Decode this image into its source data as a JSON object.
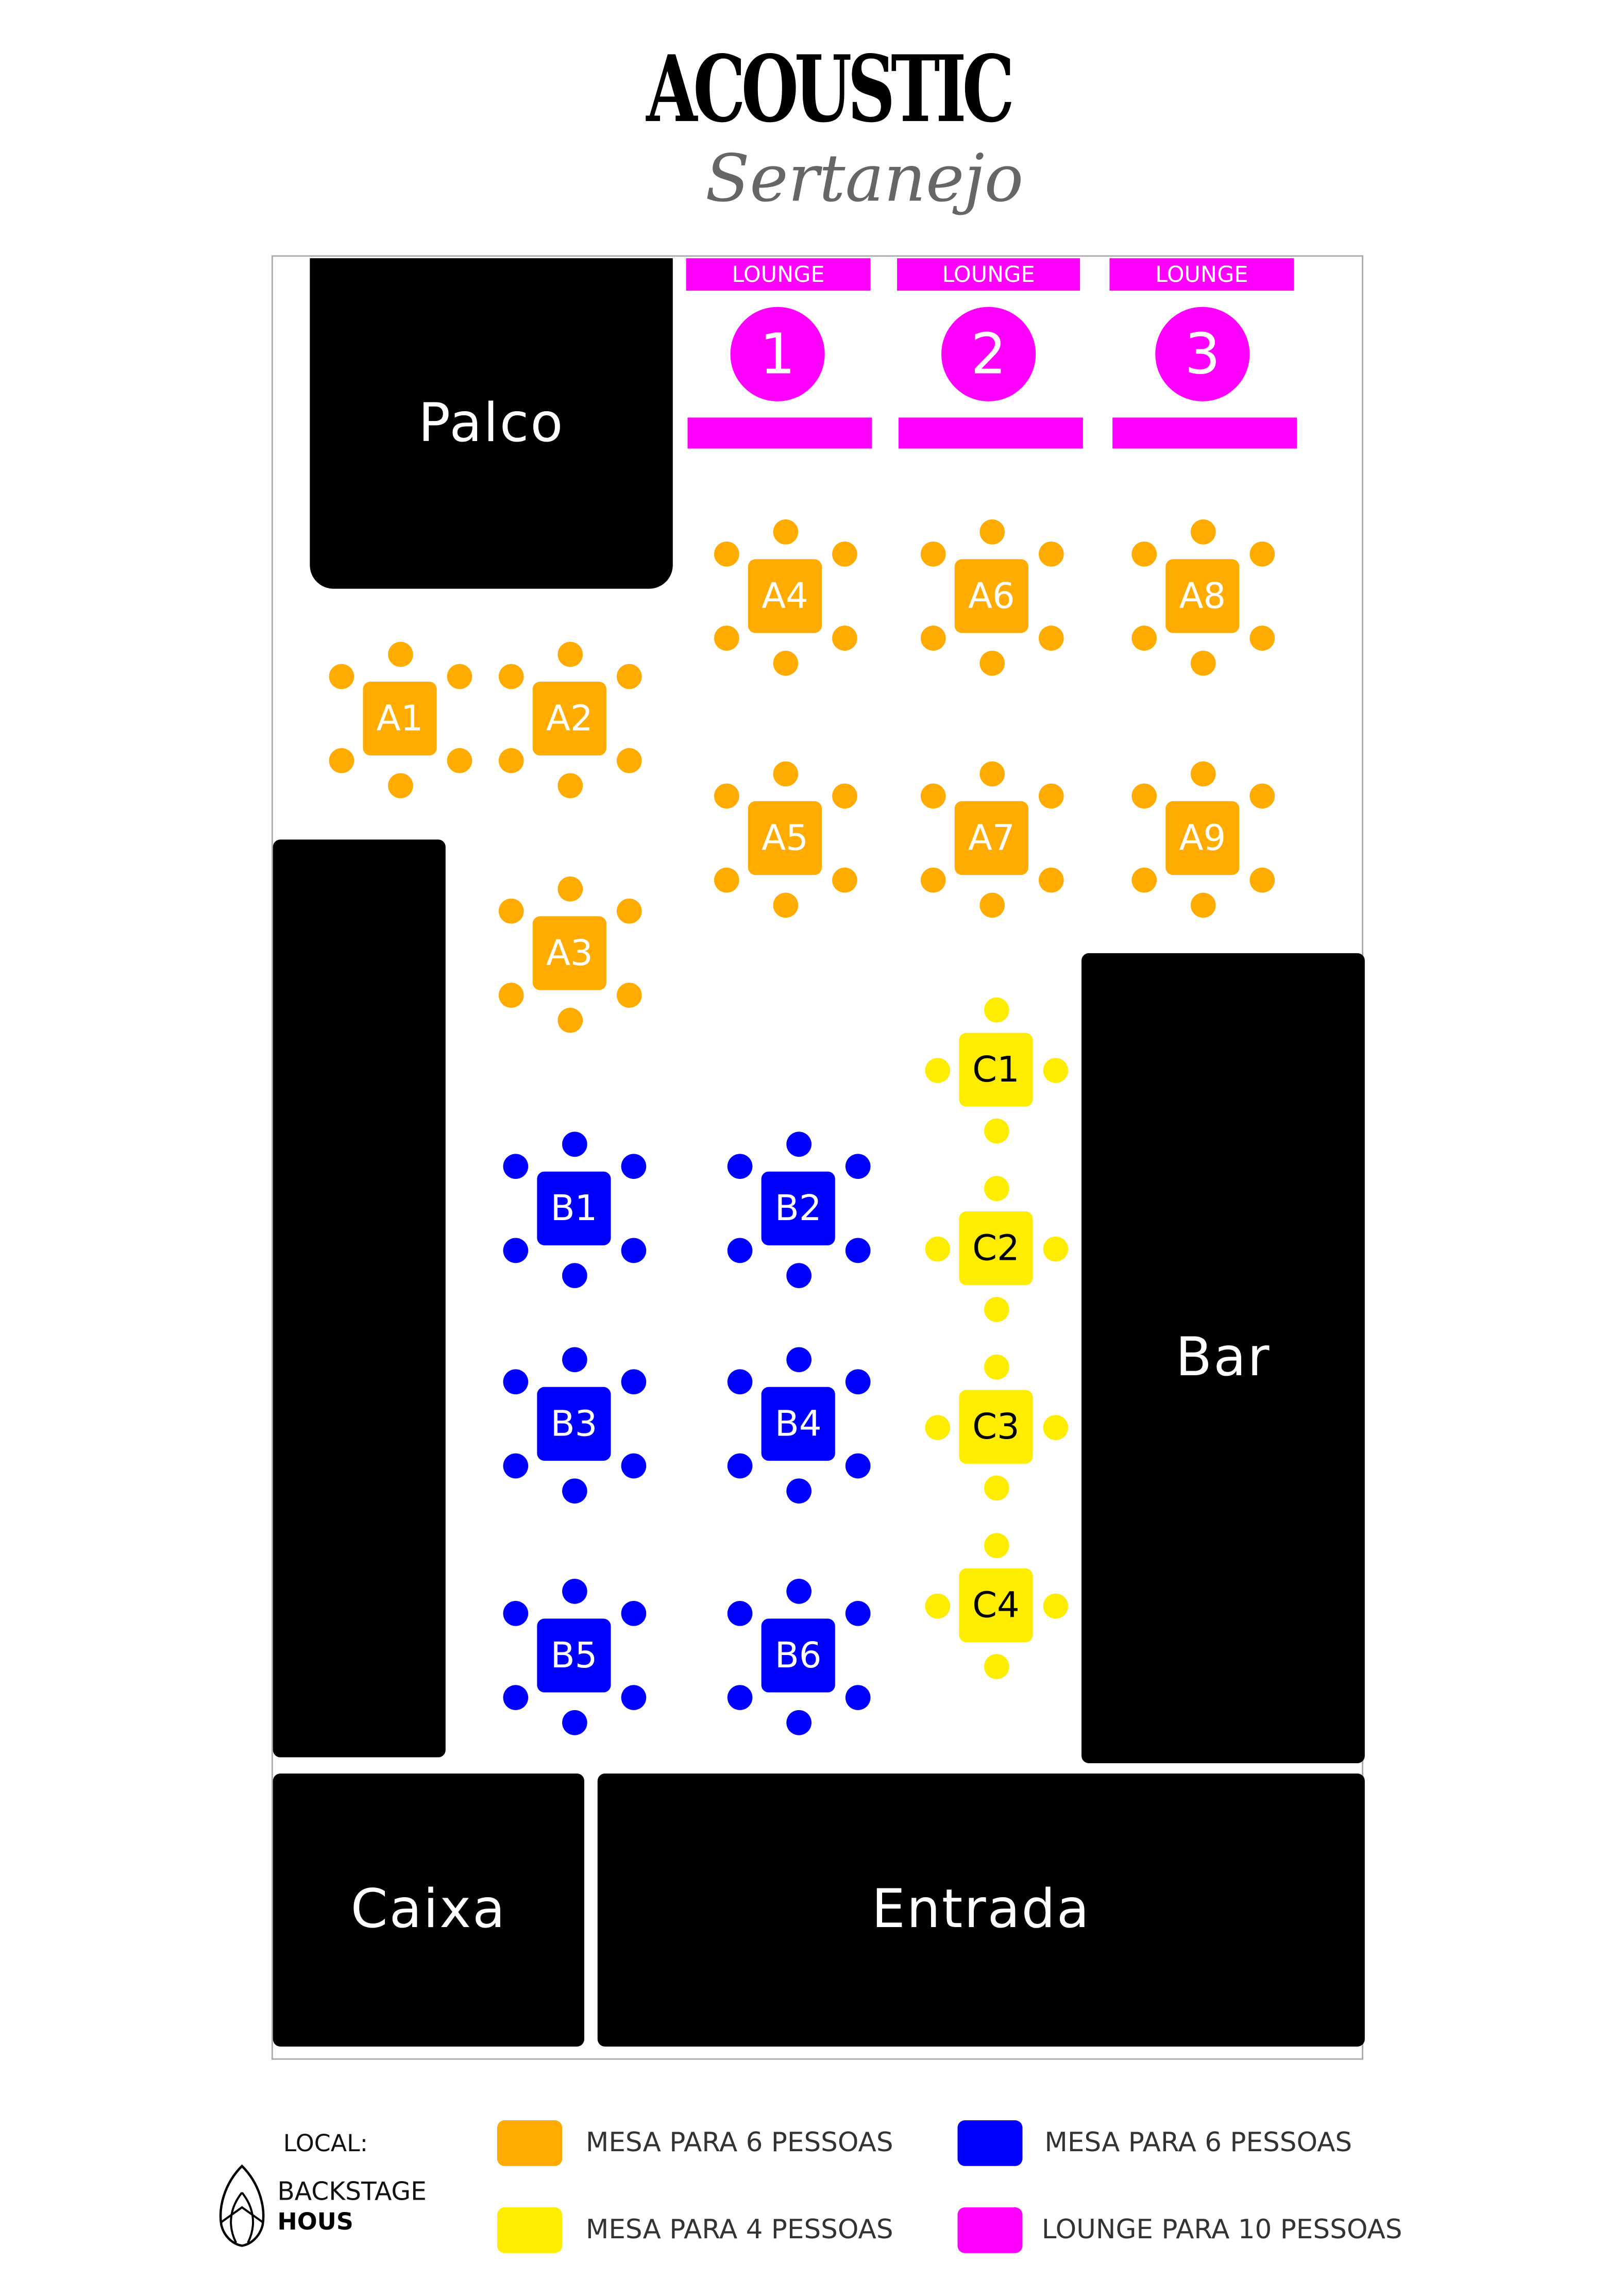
{
  "logo": {
    "line1": "ACOUSTIC",
    "line2": "Sertanejo"
  },
  "areas": {
    "stage": "Palco",
    "bar": "Bar",
    "cashier": "Caixa",
    "entrance": "Entrada"
  },
  "lounges": [
    {
      "label": "LOUNGE",
      "number": "1"
    },
    {
      "label": "LOUNGE",
      "number": "2"
    },
    {
      "label": "LOUNGE",
      "number": "3"
    }
  ],
  "colors": {
    "orange": "#ffab00",
    "blue": "#0000ff",
    "yellow": "#ffed00",
    "magenta": "#ff00ff"
  },
  "tables": [
    {
      "label": "A1",
      "type": "orange",
      "seats": 6
    },
    {
      "label": "A2",
      "type": "orange",
      "seats": 6
    },
    {
      "label": "A3",
      "type": "orange",
      "seats": 6
    },
    {
      "label": "A4",
      "type": "orange",
      "seats": 6
    },
    {
      "label": "A5",
      "type": "orange",
      "seats": 6
    },
    {
      "label": "A6",
      "type": "orange",
      "seats": 6
    },
    {
      "label": "A7",
      "type": "orange",
      "seats": 6
    },
    {
      "label": "A8",
      "type": "orange",
      "seats": 6
    },
    {
      "label": "A9",
      "type": "orange",
      "seats": 6
    },
    {
      "label": "B1",
      "type": "blue",
      "seats": 6
    },
    {
      "label": "B2",
      "type": "blue",
      "seats": 6
    },
    {
      "label": "B3",
      "type": "blue",
      "seats": 6
    },
    {
      "label": "B4",
      "type": "blue",
      "seats": 6
    },
    {
      "label": "B5",
      "type": "blue",
      "seats": 6
    },
    {
      "label": "B6",
      "type": "blue",
      "seats": 6
    },
    {
      "label": "C1",
      "type": "yellow",
      "seats": 4
    },
    {
      "label": "C2",
      "type": "yellow",
      "seats": 4
    },
    {
      "label": "C3",
      "type": "yellow",
      "seats": 4
    },
    {
      "label": "C4",
      "type": "yellow",
      "seats": 4
    }
  ],
  "venue": {
    "label": "LOCAL:",
    "name_line1": "BACKSTAGE",
    "name_line2": "HOUS"
  },
  "legend": [
    {
      "color": "orange",
      "text": "MESA PARA 6 PESSOAS"
    },
    {
      "color": "blue",
      "text": "MESA PARA 6 PESSOAS"
    },
    {
      "color": "yellow",
      "text": "MESA PARA 4 PESSOAS"
    },
    {
      "color": "magenta",
      "text": "LOUNGE PARA 10 PESSOAS"
    }
  ]
}
